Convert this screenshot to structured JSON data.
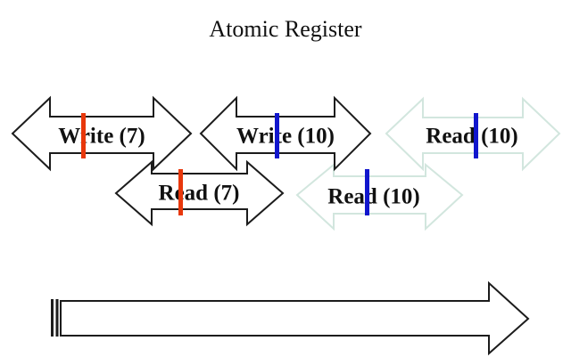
{
  "title": "Atomic Register",
  "colors": {
    "black_outline": "#1c1c1c",
    "light_outline": "#d2e6de",
    "tick_red": "#e8380c",
    "tick_blue": "#1116cd",
    "arrow_fill": "#ffffff"
  },
  "operations": [
    {
      "label": "Write (7)"
    },
    {
      "label": "Write (10)"
    },
    {
      "label": "Read (10)"
    },
    {
      "label": "Read (7)"
    },
    {
      "label": "Read (10)"
    }
  ]
}
